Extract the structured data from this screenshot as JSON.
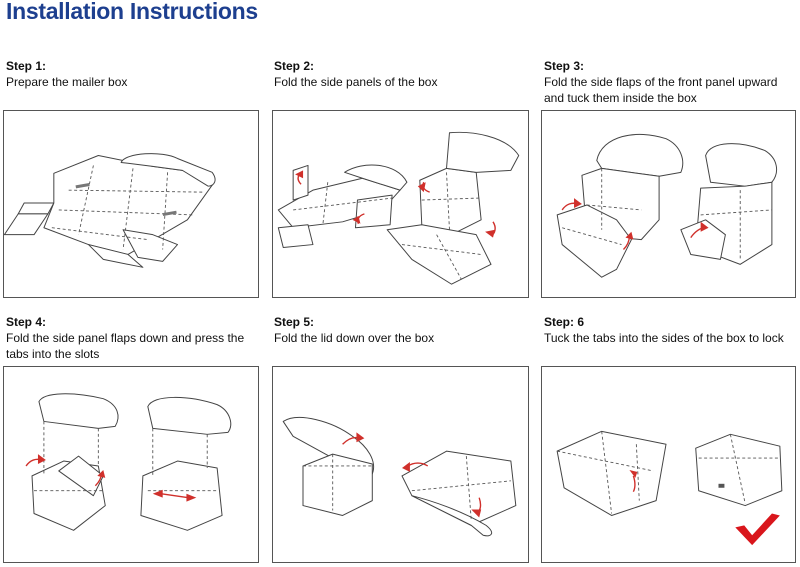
{
  "header": {
    "title": "Installation Instructions"
  },
  "steps": [
    {
      "number": "Step 1:",
      "text": "Prepare the mailer box"
    },
    {
      "number": "Step 2:",
      "text": "Fold the side panels of the box"
    },
    {
      "number": "Step 3:",
      "text": "Fold the side flaps of the front panel upward and tuck them inside the box"
    },
    {
      "number": "Step 4:",
      "text": "Fold the side panel flaps down and press the tabs into the slots"
    },
    {
      "number": "Step 5:",
      "text": "Fold the lid down over the box"
    },
    {
      "number": "Step: 6",
      "text": "Tuck the tabs into the sides of the box to lock"
    }
  ],
  "colors": {
    "title": "#1d3f8f",
    "arrow": "#d0302b",
    "check": "#d9161c"
  }
}
